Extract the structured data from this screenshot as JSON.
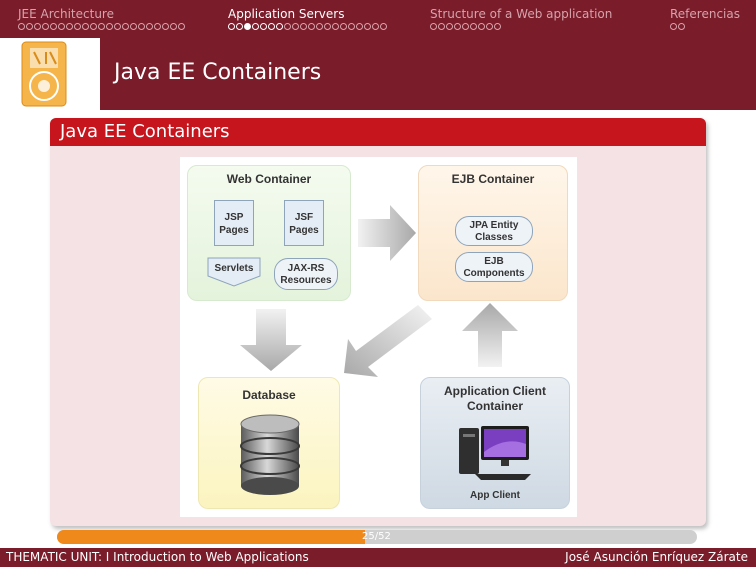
{
  "nav": {
    "sections": [
      {
        "label": "JEE Architecture",
        "dots": 21,
        "active": false
      },
      {
        "label": "Application Servers",
        "dots": 20,
        "active": true,
        "current_index": 2,
        "visited": 7
      },
      {
        "label": "Structure of a Web application",
        "dots": 9,
        "active": false
      },
      {
        "label": "Referencias",
        "dots": 2,
        "active": false
      }
    ]
  },
  "slide": {
    "title": "Java EE Containers",
    "block_title": "Java EE Containers"
  },
  "diagram": {
    "web_container": {
      "title": "Web Container",
      "jsp": [
        "JSP",
        "Pages"
      ],
      "jsf": [
        "JSF",
        "Pages"
      ],
      "servlets": "Servlets",
      "jaxrs": [
        "JAX-RS",
        "Resources"
      ]
    },
    "ejb_container": {
      "title": "EJB Container",
      "jpa": [
        "JPA Entity",
        "Classes"
      ],
      "ejb": [
        "EJB",
        "Components"
      ]
    },
    "database": {
      "title": "Database"
    },
    "app_client": {
      "title": [
        "Application Client",
        "Container"
      ],
      "label": "App Client"
    }
  },
  "progress": {
    "current": 25,
    "total": 52,
    "text": "25/52"
  },
  "footer": {
    "left": "THEMATIC UNIT: I Introduction to Web Applications",
    "right": "José Asunción Enríquez Zárate"
  },
  "colors": {
    "maroon": "#7a1c2a",
    "block_red": "#c6151c",
    "block_bg": "#f4e2e5",
    "progress": "#f0891c"
  }
}
